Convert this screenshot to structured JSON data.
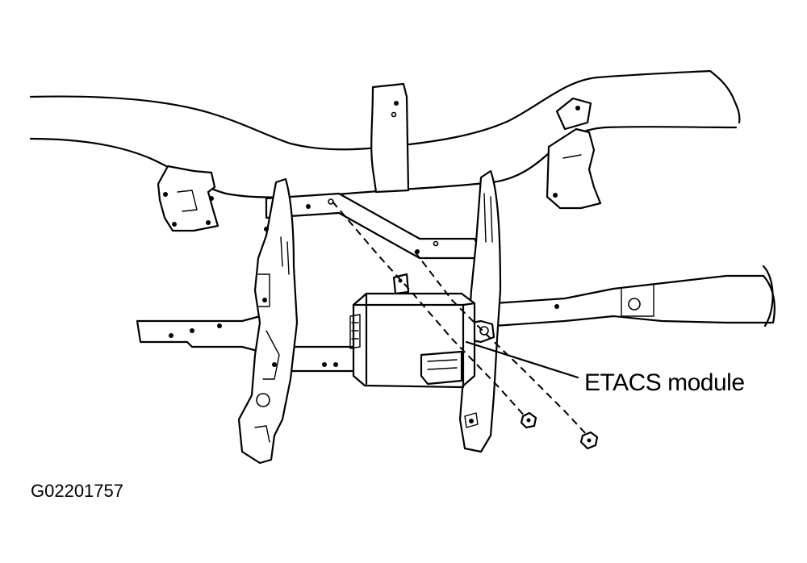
{
  "diagram": {
    "callouts": [
      {
        "id": "etacs",
        "label": "ETACS module"
      }
    ],
    "figure_id": "G02201757",
    "colors": {
      "line": "#000000",
      "background": "#ffffff"
    }
  }
}
